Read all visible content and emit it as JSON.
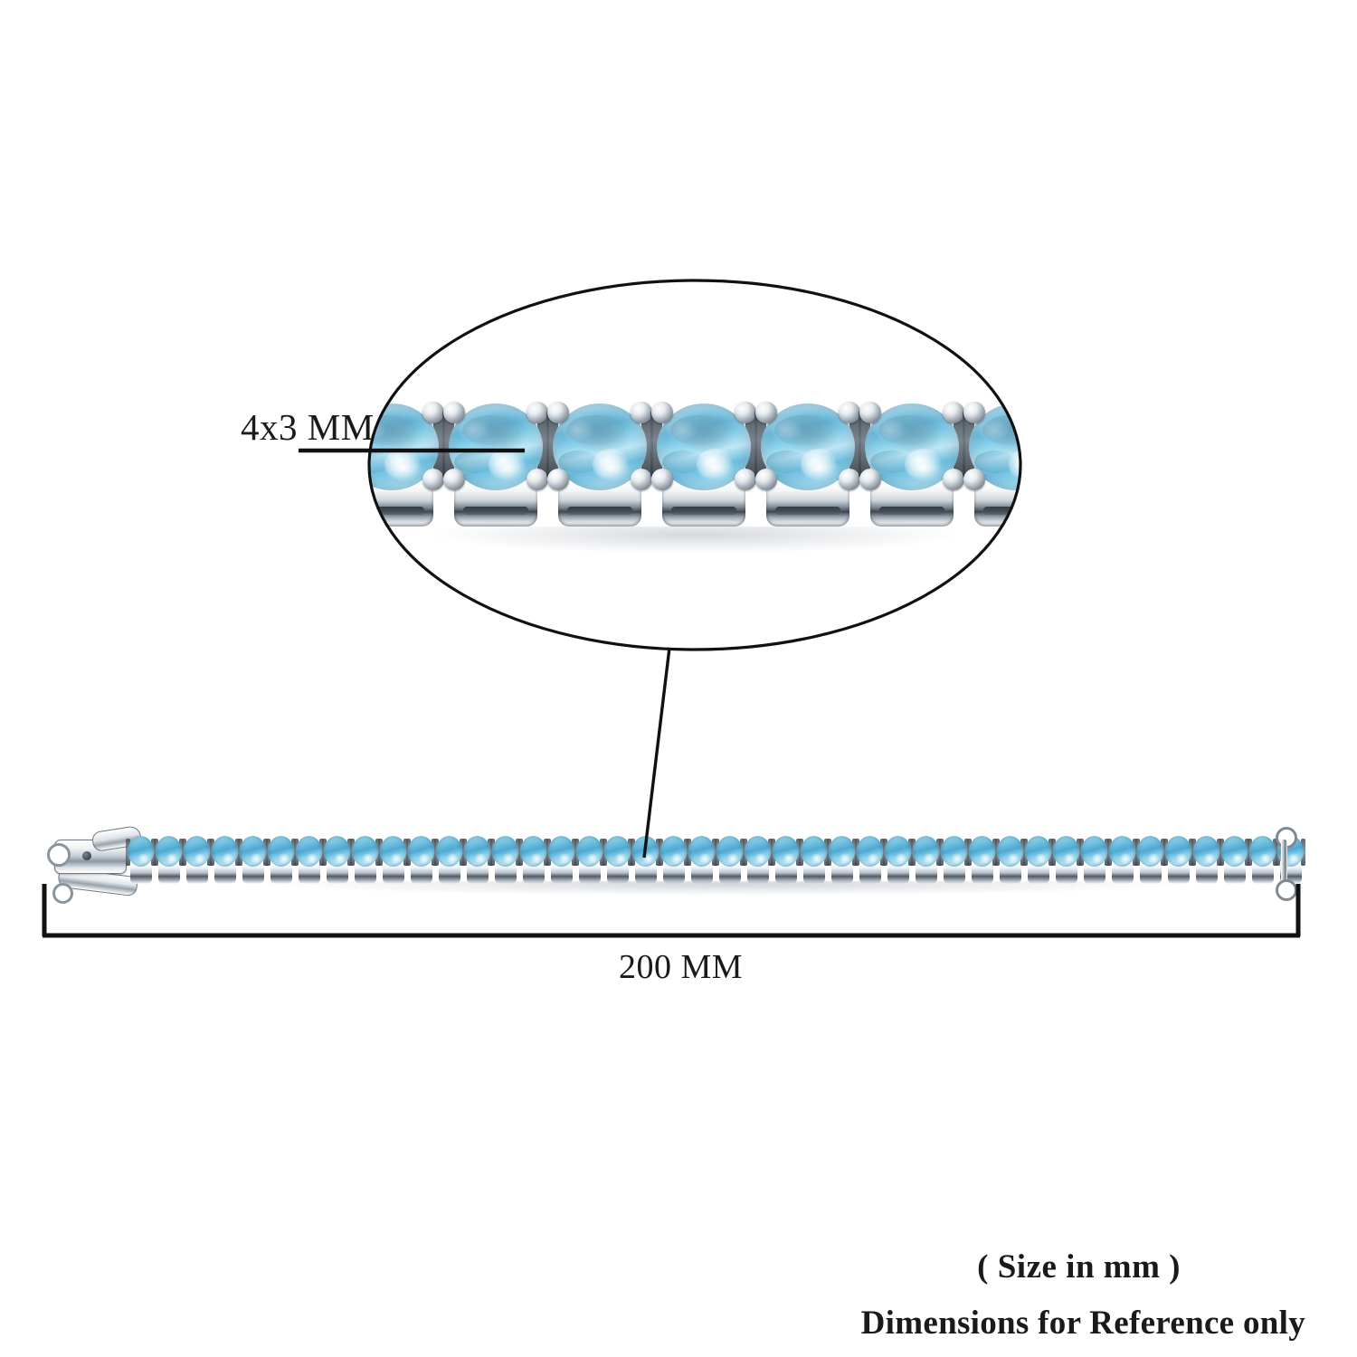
{
  "document": {
    "type": "product-dimension-diagram",
    "subject": "gemstone tennis bracelet",
    "background_color": "#ffffff"
  },
  "callout": {
    "gem_size_label": "4x3 MM",
    "shape": "ellipse",
    "magnified_gem_count": 7,
    "gem_color": "#7fc9e6",
    "metal_color": "#c6ced6",
    "leader_line_color": "#111111"
  },
  "bracelet": {
    "length_label": "200 MM",
    "strand_gem_count": 42,
    "gem_color": "#74c3e2",
    "metal_color": "#b9c2cb",
    "clasp": "box-clasp-with-safety-latch",
    "end": "jump-ring"
  },
  "notes": {
    "size_unit": "( Size in mm )",
    "reference": "Dimensions for Reference only"
  }
}
